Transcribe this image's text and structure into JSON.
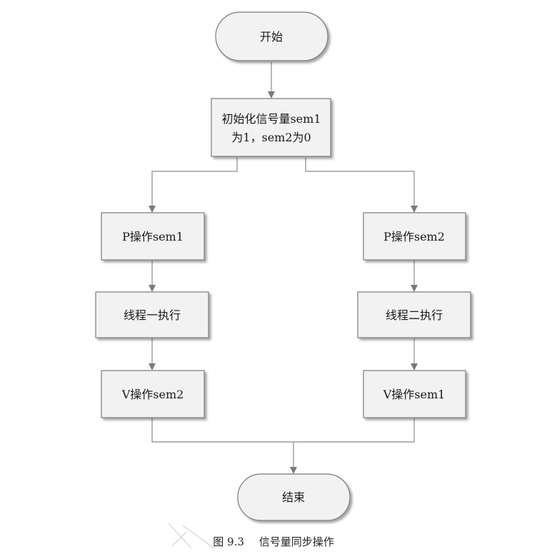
{
  "nodes": {
    "start": "开始",
    "init_line1": "初始化信号量sem1",
    "init_line2": "为1，sem2为0",
    "p_sem1": "P操作sem1",
    "p_sem2": "P操作sem2",
    "thread1": "线程一执行",
    "thread2": "线程二执行",
    "v_sem2": "V操作sem2",
    "v_sem1": "V操作sem1",
    "end": "结束"
  },
  "caption": {
    "number": "图 9.3",
    "title": "信号量同步操作"
  },
  "colors": {
    "box_fill": "#f2f2f2",
    "box_stroke": "#7a7a7a",
    "line": "#8a8a8a",
    "arrow": "#7a7a7a"
  }
}
